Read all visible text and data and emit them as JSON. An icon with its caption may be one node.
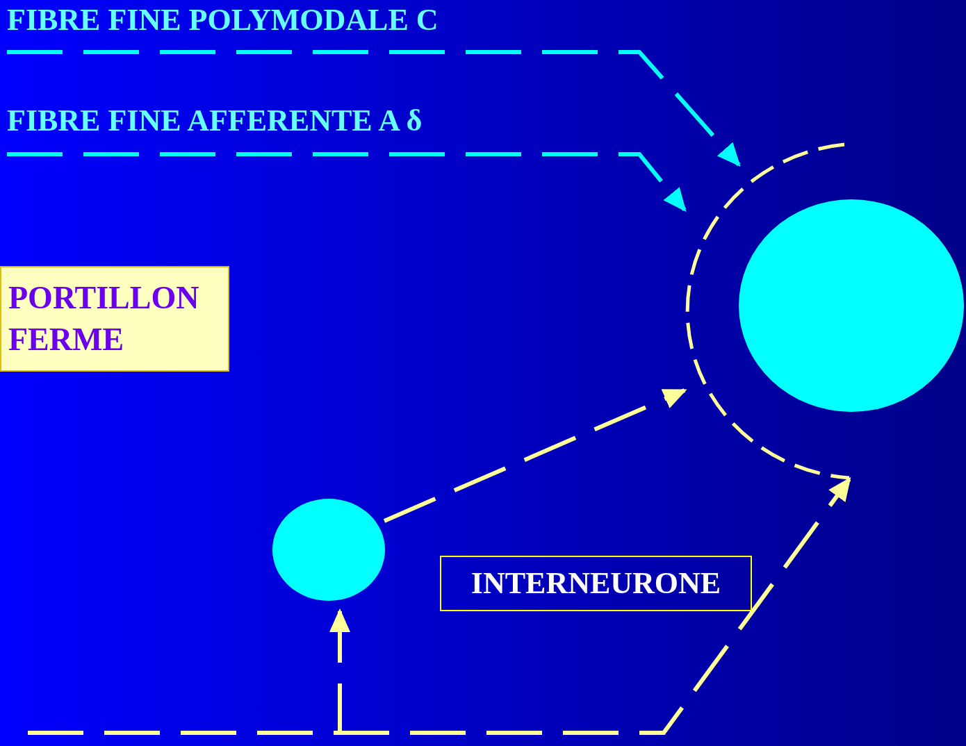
{
  "diagram": {
    "nodes": [
      {
        "text": [
          "FIBRE FINE POLYMODALE C"
        ]
      },
      {
        "text": [
          "FIBRE FINE AFFERENTE A δ"
        ]
      },
      {
        "text": [
          "PORTILLON FERME"
        ]
      },
      {
        "text": [
          "INTERNEURONE"
        ]
      },
      {
        "text": [],
        "shape": "circle"
      },
      {
        "text": [],
        "shape": "circle"
      },
      {
        "text": [],
        "shape": "circle"
      }
    ],
    "edges": [
      {
        "from": 0,
        "to": 4,
        "arrow": "to",
        "style": "dashed",
        "color": "#00ffff"
      },
      {
        "from": 1,
        "to": 4,
        "arrow": "to",
        "style": "dashed",
        "color": "#00ffff"
      },
      {
        "from": null,
        "to": 6,
        "arrow": "to",
        "style": "dashed",
        "color": "#ffff99"
      },
      {
        "from": null,
        "to": 4,
        "arrow": "to",
        "style": "dashed",
        "color": "#ffff99"
      },
      {
        "from": 6,
        "to": 4,
        "arrow": "to",
        "style": "dashed",
        "color": "#ffff99"
      }
    ]
  }
}
